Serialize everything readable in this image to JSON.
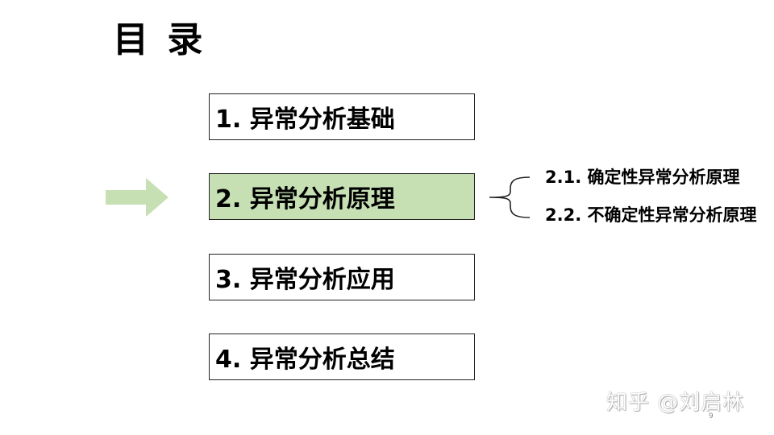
{
  "slide": {
    "title": "目 录",
    "items": [
      {
        "label": "1. 异常分析基础",
        "active": false
      },
      {
        "label": "2. 异常分析原理",
        "active": true
      },
      {
        "label": "3. 异常分析应用",
        "active": false
      },
      {
        "label": "4. 异常分析总结",
        "active": false
      }
    ],
    "subitems": [
      {
        "label": "2.1. 确定性异常分析原理"
      },
      {
        "label": "2.2. 不确定性异常分析原理"
      }
    ],
    "watermark": "知乎 @刘启林",
    "page_number": "9",
    "colors": {
      "active_fill": "#c6e0b4",
      "arrow": "#c6e0b4",
      "border": "#222222"
    },
    "icons": {
      "arrow": "right-arrow-icon",
      "brace": "left-brace-icon"
    }
  }
}
